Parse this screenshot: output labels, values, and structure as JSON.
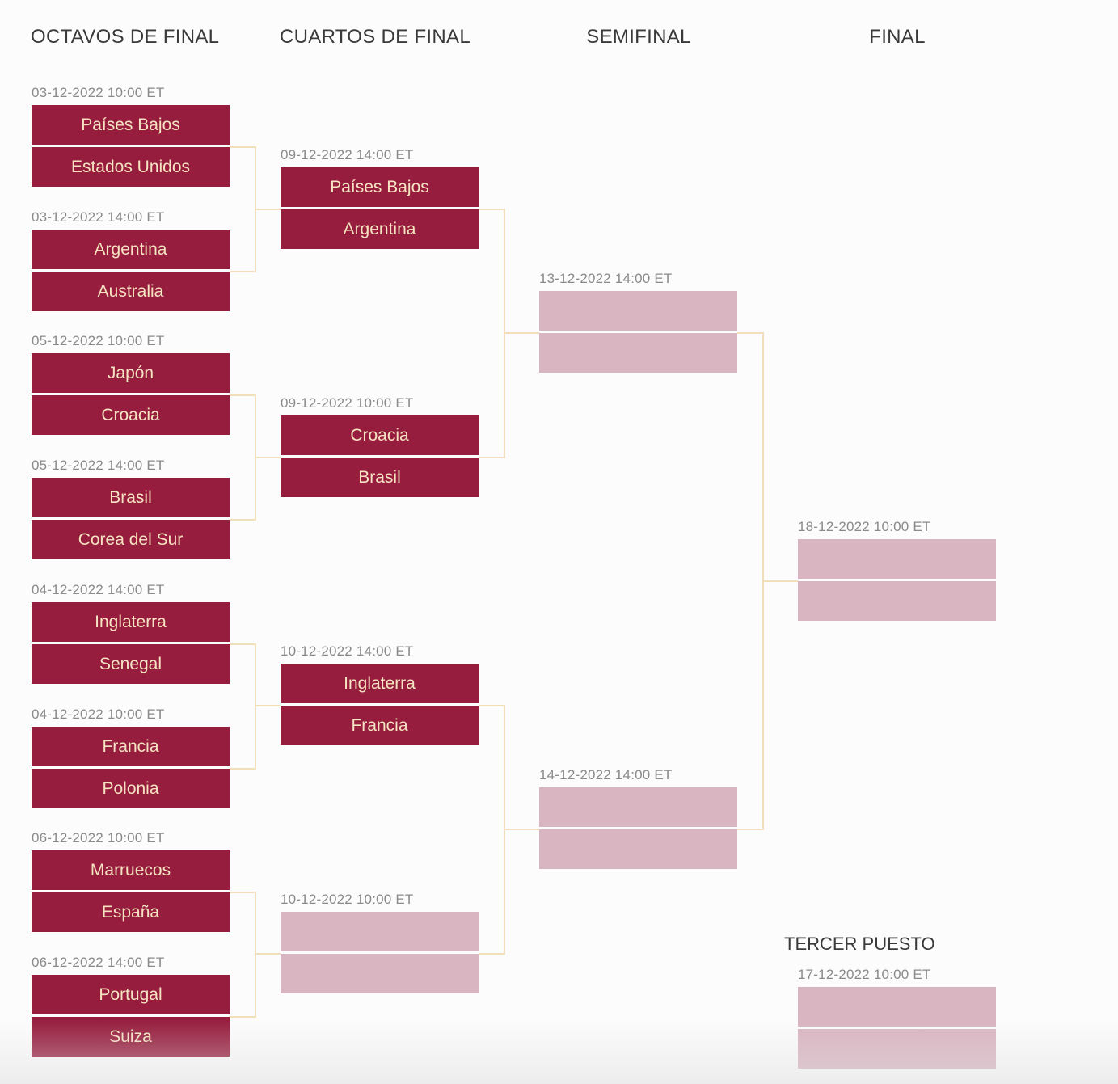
{
  "rounds": {
    "octavos": "OCTAVOS DE FINAL",
    "cuartos": "CUARTOS DE FINAL",
    "semifinal": "SEMIFINAL",
    "final": "FINAL",
    "tercer": "TERCER PUESTO"
  },
  "colors": {
    "played": "#961d3d",
    "pending": "#d9b4c1",
    "team_text": "#f6e3c2",
    "connector": "#f1dfb9"
  },
  "octavos": [
    {
      "date": "03-12-2022 10:00 ET",
      "teams": [
        "Países Bajos",
        "Estados Unidos"
      ]
    },
    {
      "date": "03-12-2022 14:00 ET",
      "teams": [
        "Argentina",
        "Australia"
      ]
    },
    {
      "date": "05-12-2022 10:00 ET",
      "teams": [
        "Japón",
        "Croacia"
      ]
    },
    {
      "date": "05-12-2022 14:00 ET",
      "teams": [
        "Brasil",
        "Corea del Sur"
      ]
    },
    {
      "date": "04-12-2022 14:00 ET",
      "teams": [
        "Inglaterra",
        "Senegal"
      ]
    },
    {
      "date": "04-12-2022 10:00 ET",
      "teams": [
        "Francia",
        "Polonia"
      ]
    },
    {
      "date": "06-12-2022 10:00 ET",
      "teams": [
        "Marruecos",
        "España"
      ]
    },
    {
      "date": "06-12-2022 14:00 ET",
      "teams": [
        "Portugal",
        "Suiza"
      ]
    }
  ],
  "cuartos": [
    {
      "date": "09-12-2022 14:00 ET",
      "teams": [
        "Países Bajos",
        "Argentina"
      ]
    },
    {
      "date": "09-12-2022 10:00 ET",
      "teams": [
        "Croacia",
        "Brasil"
      ]
    },
    {
      "date": "10-12-2022 14:00 ET",
      "teams": [
        "Inglaterra",
        "Francia"
      ]
    },
    {
      "date": "10-12-2022 10:00 ET",
      "teams": [
        "",
        ""
      ]
    }
  ],
  "semifinal": [
    {
      "date": "13-12-2022 14:00 ET",
      "teams": [
        "",
        ""
      ]
    },
    {
      "date": "14-12-2022 14:00 ET",
      "teams": [
        "",
        ""
      ]
    }
  ],
  "final": [
    {
      "date": "18-12-2022 10:00 ET",
      "teams": [
        "",
        ""
      ]
    }
  ],
  "tercer": [
    {
      "date": "17-12-2022 10:00 ET",
      "teams": [
        "",
        ""
      ]
    }
  ]
}
